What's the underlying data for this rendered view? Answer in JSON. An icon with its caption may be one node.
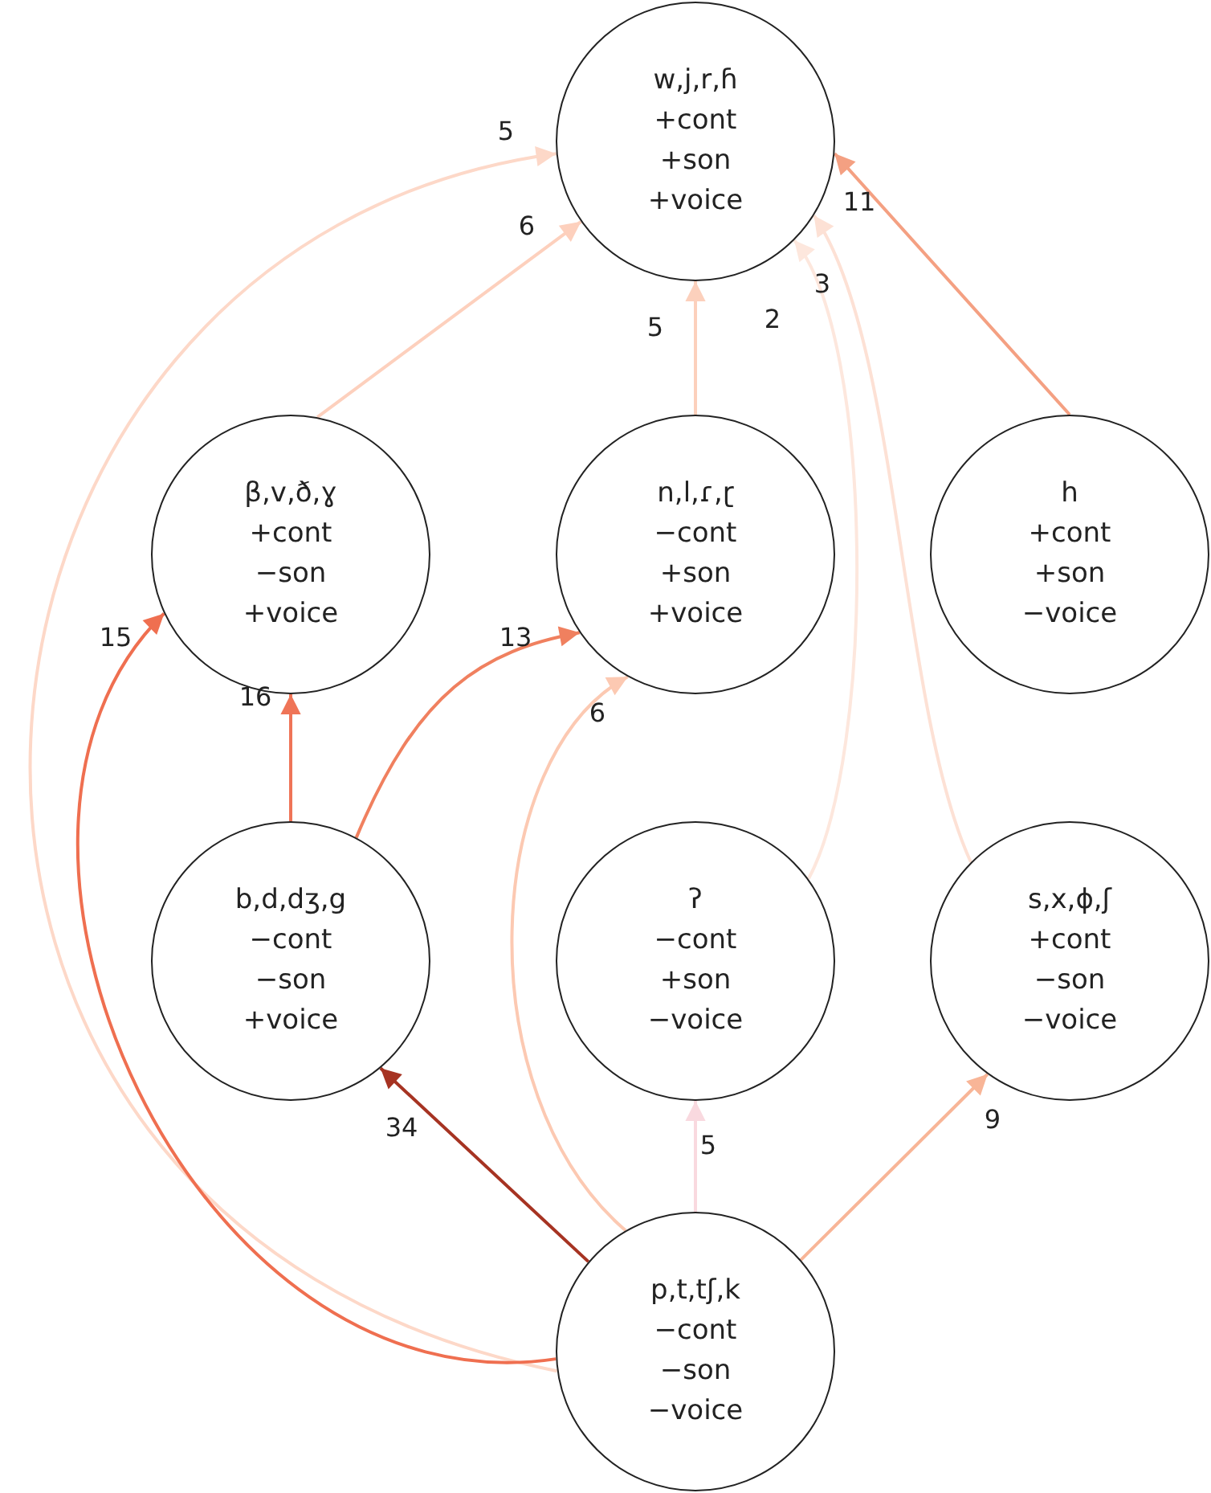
{
  "diagram": {
    "nodes": [
      {
        "text": [
          "w,j,r,ɦ",
          "+cont",
          "+son",
          "+voice"
        ]
      },
      {
        "text": [
          "β,v,ð,ɣ",
          "+cont",
          "−son",
          "+voice"
        ]
      },
      {
        "text": [
          "n,l,ɾ,ɽ",
          "−cont",
          "+son",
          "+voice"
        ]
      },
      {
        "text": [
          "h",
          "+cont",
          "+son",
          "−voice"
        ]
      },
      {
        "text": [
          "b,d,dʒ,g",
          "−cont",
          "−son",
          "+voice"
        ]
      },
      {
        "text": [
          "ʔ",
          "−cont",
          "+son",
          "−voice"
        ]
      },
      {
        "text": [
          "s,x,ɸ,ʃ",
          "+cont",
          "−son",
          "−voice"
        ]
      },
      {
        "text": [
          "p,t,tʃ,k",
          "−cont",
          "−son",
          "−voice"
        ]
      }
    ],
    "edges": [
      {
        "from": 1,
        "to": 0,
        "arrow": "to",
        "label": "6",
        "color": "#fdd0bd"
      },
      {
        "from": 7,
        "to": 0,
        "arrow": "to",
        "label": "5",
        "color": "#fdd8c8"
      },
      {
        "from": 2,
        "to": 0,
        "arrow": "to",
        "label": "5",
        "color": "#fcd0bc"
      },
      {
        "from": 5,
        "to": 0,
        "arrow": "to",
        "label": "2",
        "color": "#fde7dd"
      },
      {
        "from": 6,
        "to": 0,
        "arrow": "to",
        "label": "3",
        "color": "#fde1d5"
      },
      {
        "from": 3,
        "to": 0,
        "arrow": "to",
        "label": "11",
        "color": "#f4a082"
      },
      {
        "from": 4,
        "to": 1,
        "arrow": "to",
        "label": "16",
        "color": "#ef7457"
      },
      {
        "from": 7,
        "to": 1,
        "arrow": "to",
        "label": "15",
        "color": "#ef6f50"
      },
      {
        "from": 4,
        "to": 2,
        "arrow": "to",
        "label": "13",
        "color": "#f0805f"
      },
      {
        "from": 7,
        "to": 2,
        "arrow": "to",
        "label": "6",
        "color": "#fcc9b2"
      },
      {
        "from": 7,
        "to": 4,
        "arrow": "to",
        "label": "34",
        "color": "#a63322"
      },
      {
        "from": 7,
        "to": 5,
        "arrow": "to",
        "label": "5",
        "color": "#f9d9df"
      },
      {
        "from": 7,
        "to": 6,
        "arrow": "to",
        "label": "9",
        "color": "#f8b597"
      }
    ]
  }
}
